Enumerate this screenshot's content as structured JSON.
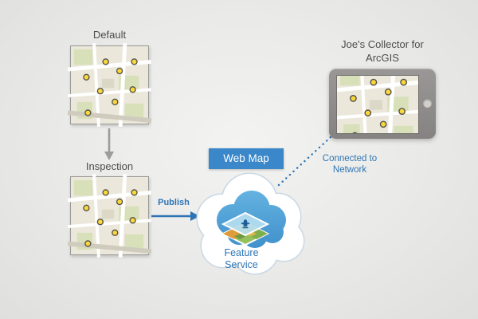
{
  "diagram": {
    "maps": {
      "default": {
        "label": "Default"
      },
      "inspection": {
        "label": "Inspection"
      }
    },
    "cloud": {
      "web_map_label": "Web Map",
      "feature_service_label": "Feature Service"
    },
    "device": {
      "label": "Joe's Collector for ArcGIS"
    },
    "edges": {
      "publish_label": "Publish",
      "network_label": "Connected to Network"
    },
    "colors": {
      "accent_blue": "#2e75b5",
      "badge_blue": "#3a87c9",
      "cloud_blue": "#4d9fd6",
      "cloud_outline": "#c9d8e4",
      "text_gray": "#4d4d4d",
      "marker_yellow": "#f9d83a",
      "map_beige": "#ebe7da",
      "tablet_gray": "#918f8c"
    },
    "icons": {
      "map_thumbnail": "street map with yellow point markers",
      "cloud": "cloud",
      "feature_layers": "stacked map layers with hydrant symbol",
      "tablet": "tablet device with home button",
      "down_arrow": "down arrow",
      "right_arrow": "right arrow",
      "dotted_link": "dotted connection line"
    }
  }
}
